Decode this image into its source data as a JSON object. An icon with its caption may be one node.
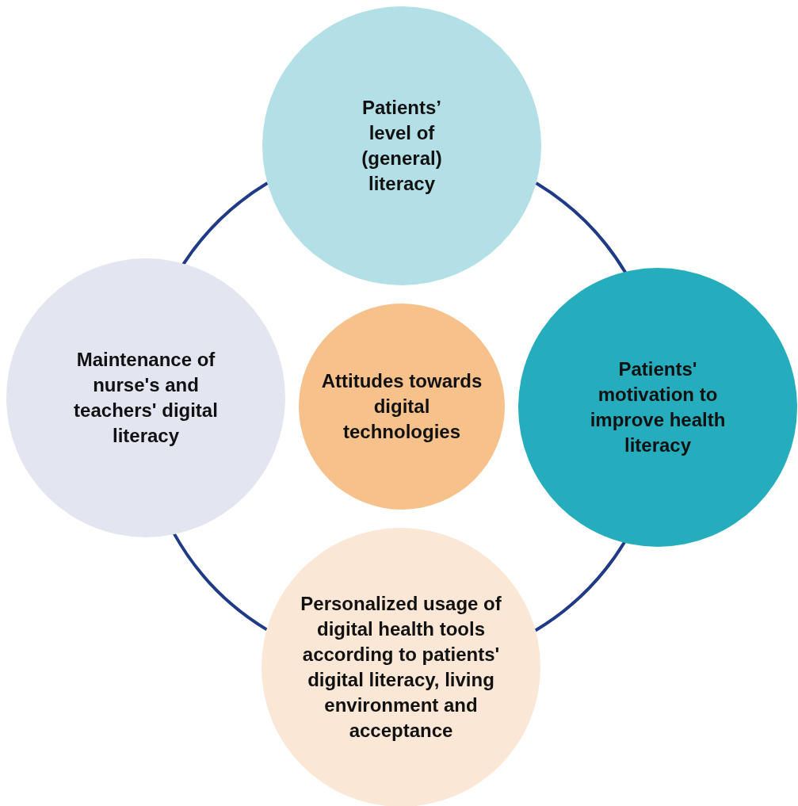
{
  "diagram": {
    "nodes": [
      {
        "text": [
          "Patients’ level of (general) literacy"
        ]
      },
      {
        "text": [
          "Maintenance of nurse's and teachers' digital literacy"
        ]
      },
      {
        "text": [
          "Attitudes towards digital technologies"
        ]
      },
      {
        "text": [
          "Patients' motivation to improve health literacy"
        ]
      },
      {
        "text": [
          "Personalized usage of digital health tools according to patients' digital literacy, living environment and acceptance"
        ]
      }
    ],
    "edges": [
      {
        "from": 0,
        "to": 3,
        "arrow": "none"
      },
      {
        "from": 3,
        "to": 4,
        "arrow": "none"
      },
      {
        "from": 4,
        "to": 1,
        "arrow": "none"
      },
      {
        "from": 1,
        "to": 0,
        "arrow": "none"
      }
    ]
  }
}
